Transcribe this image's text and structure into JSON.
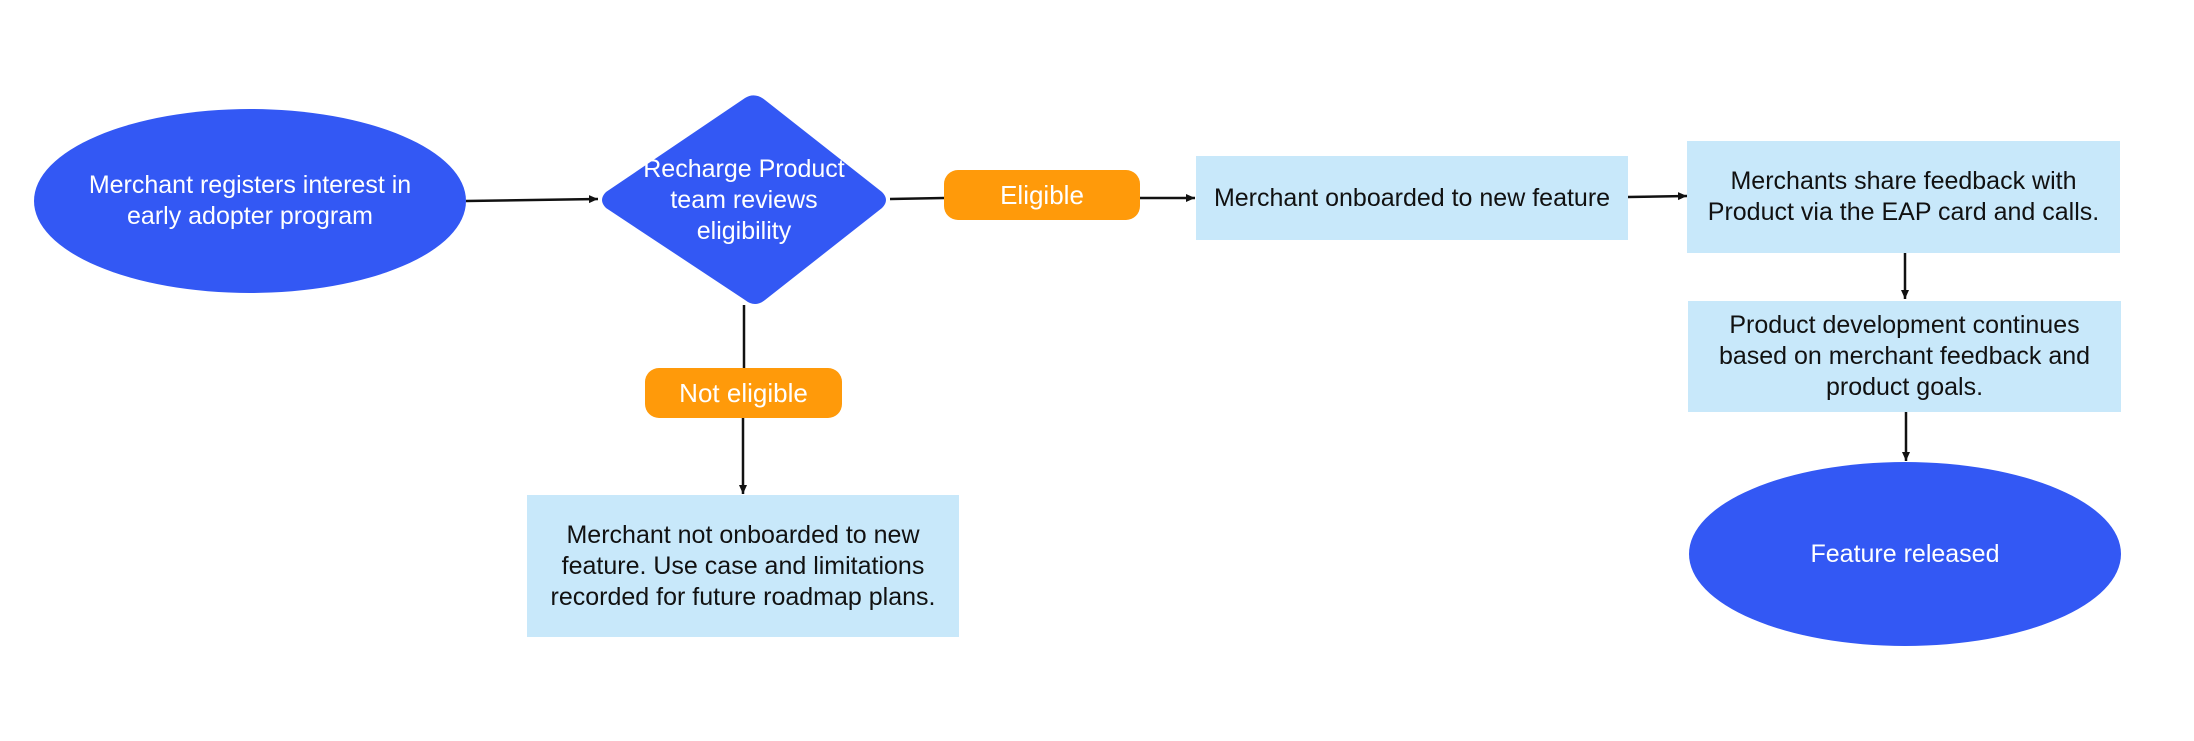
{
  "colors": {
    "primary": "#3358F4",
    "box": "#C8E8FA",
    "pill": "#FF9A0A",
    "edge": "#111111"
  },
  "nodes": {
    "start": {
      "shape": "ellipse",
      "label": "Merchant registers interest in early adopter program"
    },
    "decision": {
      "shape": "diamond",
      "label": "Recharge Product team reviews eligibility"
    },
    "eligible": {
      "shape": "pill",
      "label": "Eligible"
    },
    "not_eligible": {
      "shape": "pill",
      "label": "Not eligible"
    },
    "onboarded": {
      "shape": "rect",
      "label": "Merchant onboarded to new feature"
    },
    "not_onboarded": {
      "shape": "rect",
      "label": "Merchant not onboarded to new feature. Use case and limitations recorded for future roadmap plans."
    },
    "feedback": {
      "shape": "rect",
      "label": "Merchants share feedback with Product via the EAP card and calls."
    },
    "development": {
      "shape": "rect",
      "label": "Product development continues based on merchant feedback and product goals."
    },
    "released": {
      "shape": "ellipse",
      "label": "Feature released"
    }
  },
  "edges": [
    {
      "from": "start",
      "to": "decision"
    },
    {
      "from": "decision",
      "to": "onboarded",
      "label": "eligible"
    },
    {
      "from": "decision",
      "to": "not_onboarded",
      "label": "not_eligible"
    },
    {
      "from": "onboarded",
      "to": "feedback"
    },
    {
      "from": "feedback",
      "to": "development"
    },
    {
      "from": "development",
      "to": "released"
    }
  ]
}
